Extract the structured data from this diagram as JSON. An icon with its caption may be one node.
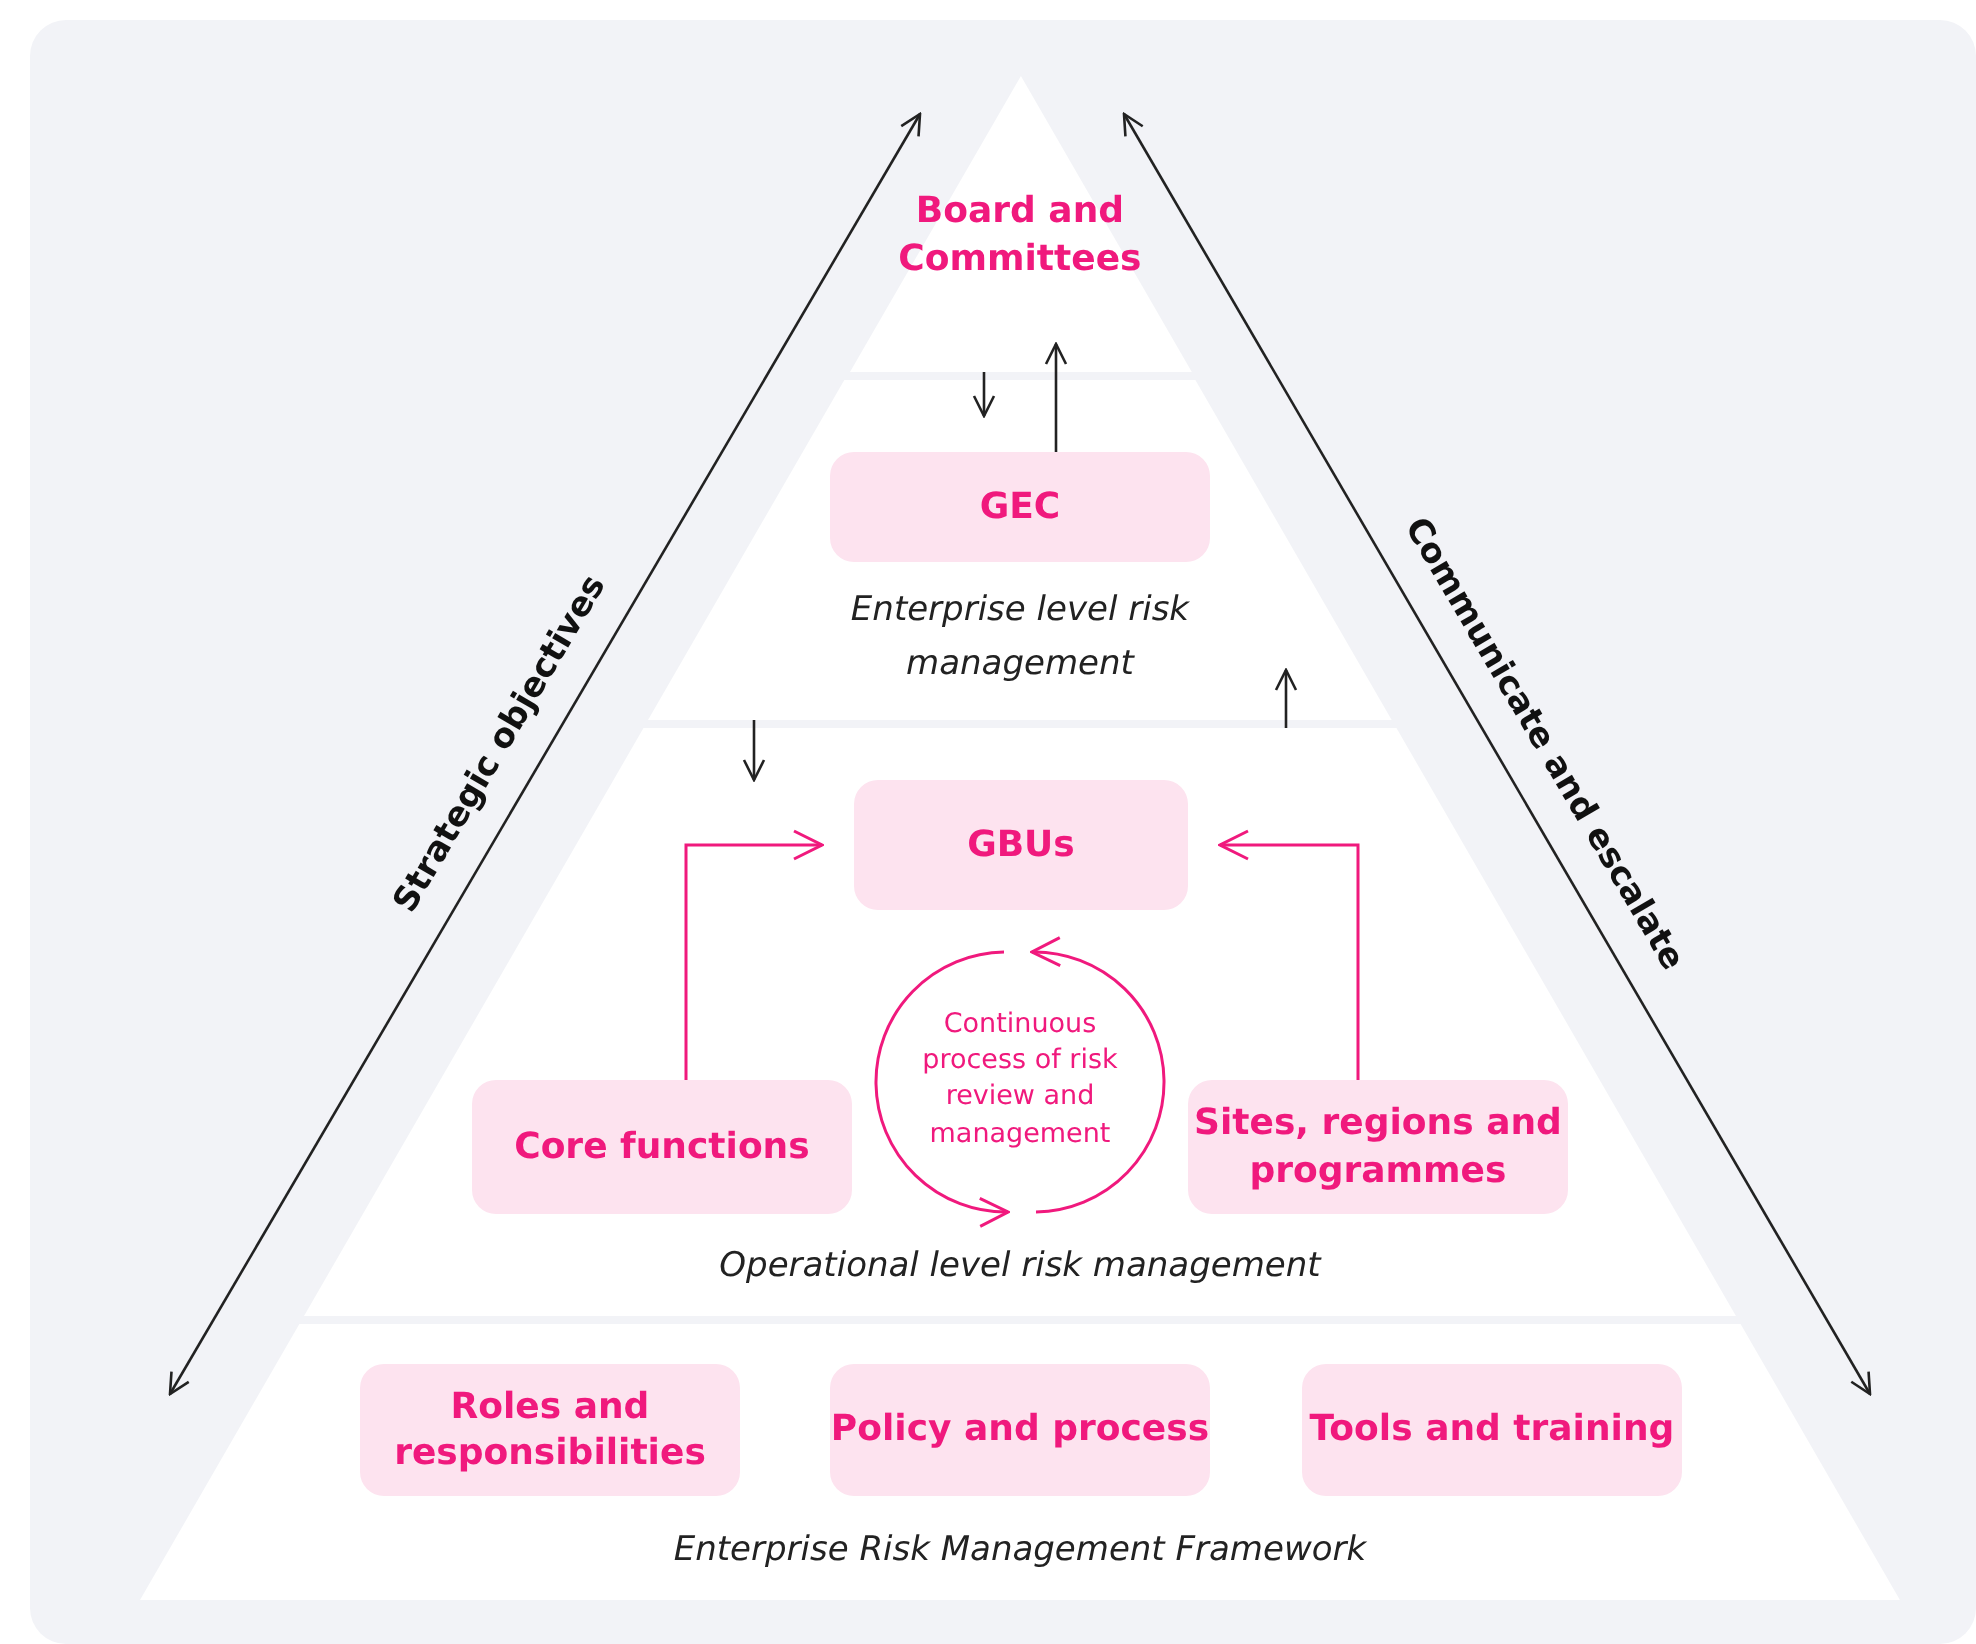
{
  "diagram": {
    "nodes": [
      {
        "text": [
          "Board and Committees"
        ]
      },
      {
        "text": [
          "Enterprise level risk management"
        ]
      },
      {
        "text": [
          "GEC"
        ],
        "in": 1
      },
      {
        "text": [
          "Operational level risk management"
        ]
      },
      {
        "text": [
          "GBUs"
        ],
        "in": 3
      },
      {
        "text": [
          "Core functions"
        ],
        "in": 3
      },
      {
        "text": [
          "Continuous process of risk review and management"
        ],
        "in": 3
      },
      {
        "text": [
          "Sites, regions and programmes"
        ],
        "in": 3
      },
      {
        "text": [
          "Enterprise Risk Management Framework"
        ]
      },
      {
        "text": [
          "Roles and responsibilities"
        ],
        "in": 8
      },
      {
        "text": [
          "Policy and process"
        ],
        "in": 8
      },
      {
        "text": [
          "Tools and training"
        ],
        "in": 8
      }
    ],
    "edges": [
      {
        "from": 0,
        "to": 2,
        "arrow": "to"
      },
      {
        "from": 2,
        "to": 0,
        "arrow": "to"
      },
      {
        "from": 1,
        "to": 3,
        "arrow": "to"
      },
      {
        "from": 3,
        "to": 1,
        "arrow": "to"
      },
      {
        "from": 5,
        "to": 4,
        "arrow": "to",
        "color": "#f0197d"
      },
      {
        "from": 7,
        "to": 4,
        "arrow": "to",
        "color": "#f0197d"
      }
    ],
    "labels": [
      "Strategic objectives",
      "Communicate and escalate"
    ]
  }
}
